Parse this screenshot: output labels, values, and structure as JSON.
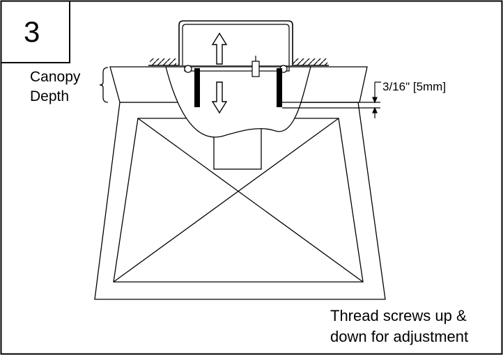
{
  "step_number": "3",
  "labels": {
    "canopy": "Canopy",
    "depth": "Depth",
    "dimension": "3/16\" [5mm]",
    "note_line1": "Thread screws up &",
    "note_line2": "down for adjustment"
  },
  "icons": {
    "up": "arrow-up-icon",
    "down": "arrow-down-icon"
  }
}
